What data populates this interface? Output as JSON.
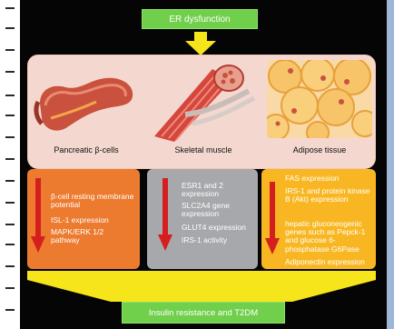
{
  "top_box": "ER dysfunction",
  "bottom_box": "Insulin resistance and T2DM",
  "organs": [
    {
      "label": "Pancreatic β-cells"
    },
    {
      "label": "Skeletal muscle"
    },
    {
      "label": "Adipose tissue"
    }
  ],
  "columns": {
    "pancreas": [
      "β-cell resting membrane potential",
      "ISL-1 expression",
      "MAPK/ERK 1/2 pathway"
    ],
    "muscle": [
      "ESR1 and 2 expression",
      "SLC2A4 gene expression",
      "GLUT4 expression",
      "IRS-1 activity"
    ],
    "adipose": [
      "FAS expression",
      "IRS-1 and protein kinase B (Akt) expression",
      "hepatic gluconeogenic genes such as Pepck-1 and glucose 6-phosphatase G6Pase",
      "Adiponectin expression"
    ]
  },
  "colors": {
    "green": "#70cf4b",
    "orange": "#ec7b2f",
    "gray": "#a7a8ab",
    "yellow": "#f8b722",
    "arrow_red": "#d51f1f",
    "pink": "#f4d8cf"
  },
  "icons": [
    "down-arrow-icon",
    "red-decrease-arrow-icon",
    "convergence-arrow-icon"
  ]
}
